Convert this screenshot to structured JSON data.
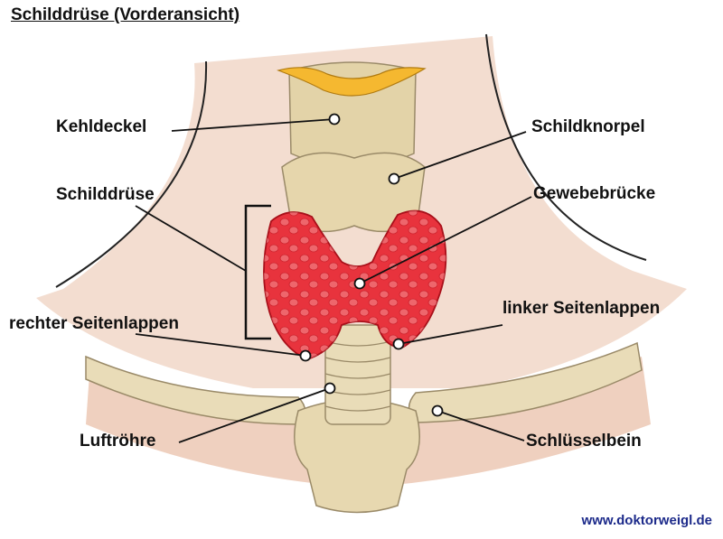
{
  "title": "Schilddrüse (Vorderansicht)",
  "labels": {
    "kehldeckel": "Kehldeckel",
    "schildknorpel": "Schildknorpel",
    "schilddruese": "Schilddrüse",
    "gewebebruecke": "Gewebebrücke",
    "rechter_seitenlappen": "rechter Seitenlappen",
    "linker_seitenlappen": "linker Seitenlappen",
    "luftroehre": "Luftröhre",
    "schluesselbein": "Schlüsselbein"
  },
  "credit": "www.doktorweigl.de",
  "colors": {
    "skin": "#f3ddd0",
    "skin_shadow": "#ecc9b8",
    "bone": "#e9dcb8",
    "bone_outline": "#9a8a68",
    "cartilage": "#e3d3a8",
    "thyroid": "#e8333d",
    "thyroid_light": "#f27a7e",
    "epiglottis": "#f5b830",
    "credit": "#1c2a8a"
  }
}
